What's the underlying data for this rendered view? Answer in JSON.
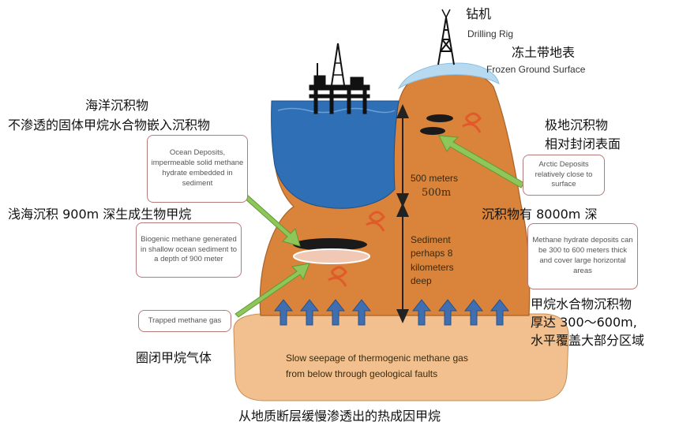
{
  "labels": {
    "rig_zh": "钻机",
    "rig_en": "Drilling Rig",
    "frozen_zh": "冻土带地表",
    "frozen_en": "Frozen Ground Surface",
    "ocean_title_zh": "海洋沉积物",
    "ocean_desc_zh": "不渗透的固体甲烷水合物嵌入沉积物",
    "ocean_box_en": "Ocean Deposits, impermeable solid methane hydrate embedded in sediment",
    "arctic_title_zh": "极地沉积物",
    "arctic_desc_zh": "相对封闭表面",
    "arctic_box_en": "Arctic Deposits relatively close to surface",
    "depth500_en": "500 meters",
    "depth500_zh": "500m",
    "shallow_zh": "浅海沉积 900m 深生成生物甲烷",
    "biogenic_box_en": "Biogenic methane generated in shallow ocean sediment to a depth of 900 meter",
    "sediment8000_zh": "沉积物有 8000m 深",
    "hydrate_box_en": "Methane hydrate deposits can be 300 to 600 meters thick and cover large horizontal areas",
    "sediment_en": "Sediment perhaps 8 kilometers deep",
    "hydrate_zh_1": "甲烷水合物沉积物",
    "hydrate_zh_2": "厚达 300～600m,",
    "hydrate_zh_3": "水平覆盖大部分区域",
    "trapped_box_en": "Trapped methane gas",
    "trapped_zh": "圈闭甲烷气体",
    "seepage_en_1": "Slow seepage of thermogenic methane gas",
    "seepage_en_2": "from below through geological faults",
    "bottom_zh": "从地质断层缓慢渗透出的热成因甲烷"
  },
  "colors": {
    "sediment": "#d9833b",
    "ocean": "#2f6fb5",
    "base": "#f2c08e",
    "frozen": "#b8daf0",
    "arrow_up": "#3f6fb0",
    "callout_arrow": "#8fc65a",
    "swirl": "#e25a2a",
    "box_border": "#b77a7a"
  },
  "icons": [
    "drilling-rig-icon",
    "oil-platform-icon",
    "up-arrow-icon",
    "methane-swirl-icon",
    "double-arrow-icon"
  ]
}
